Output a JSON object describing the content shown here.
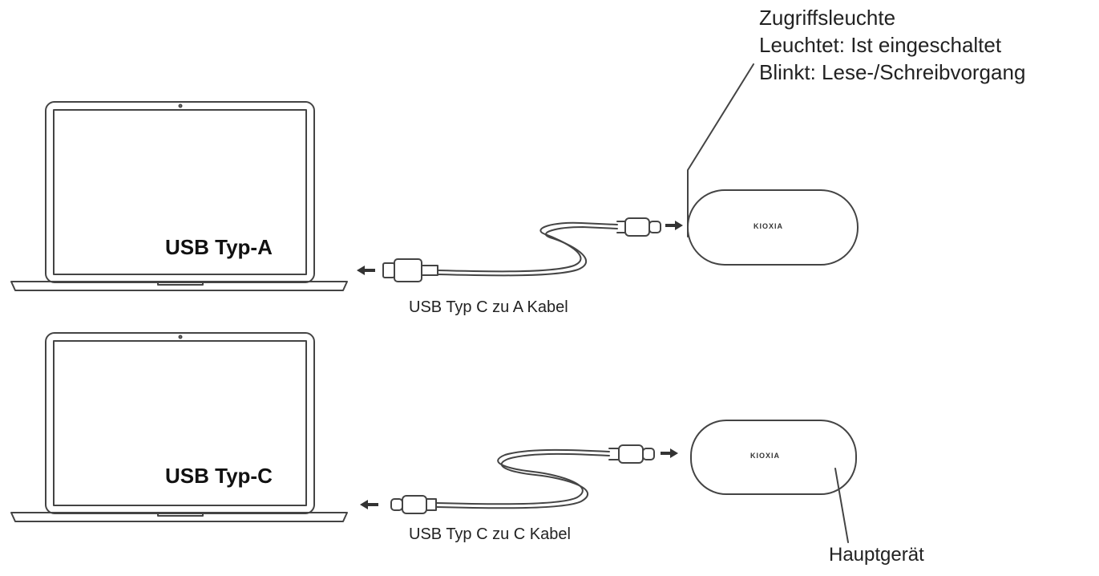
{
  "callout": {
    "title": "Zugriffsleuchte",
    "line_on": "Leuchtet: Ist eingeschaltet",
    "line_blink": "Blinkt: Lese-/Schreibvorgang"
  },
  "top_setup": {
    "port_label": "USB Typ-A",
    "cable_label": "USB Typ C zu A Kabel",
    "device_logo": "KIOXIA"
  },
  "bottom_setup": {
    "port_label": "USB Typ-C",
    "cable_label": "USB Typ C zu C Kabel",
    "device_logo": "KIOXIA"
  },
  "main_unit_label": "Hauptgerät",
  "icons": [
    "laptop-icon",
    "usb-a-plug-icon",
    "usb-c-plug-icon",
    "hard-drive-icon",
    "arrow-left-icon",
    "arrow-right-icon"
  ]
}
